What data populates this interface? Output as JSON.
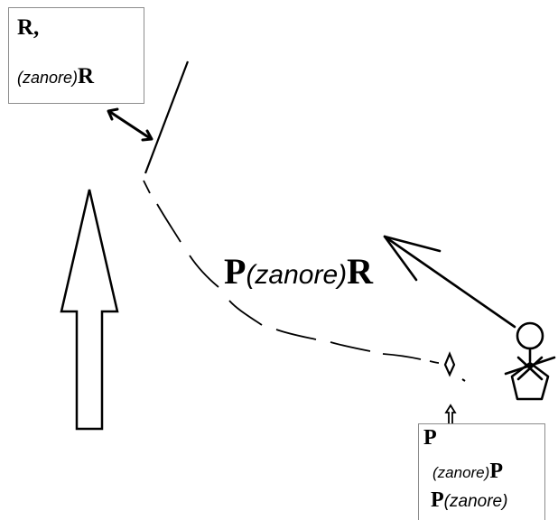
{
  "top_left_box": {
    "line1": "R,",
    "line2_italic": "(zanore)",
    "line2_bold": "R"
  },
  "center_label": {
    "bold_start": "P",
    "italic": "(zanore)",
    "bold_end": "R"
  },
  "bottom_right_box": {
    "line1_bold": "P",
    "line2_italic": "(zanore)",
    "line2_bold": "P",
    "line3_bold": "P",
    "line3_italic": "(zanore)"
  },
  "colors": {
    "ink": "#000000",
    "box_border": "#8c8c8c",
    "background": "#ffffff"
  }
}
